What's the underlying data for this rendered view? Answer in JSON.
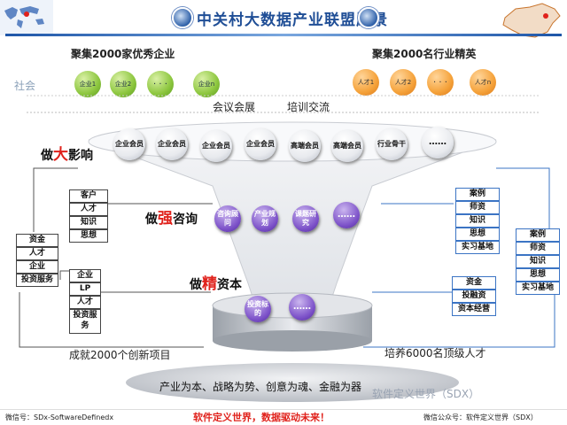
{
  "header": {
    "title": "中关村大数据产业联盟愿景"
  },
  "top": {
    "left_heading": "聚集2000家优秀企业",
    "right_heading": "聚集2000名行业精英",
    "society": "社会",
    "companies": [
      "企业1",
      "企业2",
      "· · ·",
      "企业n"
    ],
    "talents": [
      "人才1",
      "人才2",
      "· · ·",
      "人才n"
    ]
  },
  "bands": {
    "meeting": "会议会展",
    "training": "培训交流"
  },
  "influence": {
    "prefix": "做",
    "highlight": "大",
    "suffix": "影响",
    "items": [
      "企业会员",
      "企业会员",
      "企业会员",
      "企业会员",
      "高端会员",
      "高端会员",
      "行业骨干",
      "……"
    ]
  },
  "consult": {
    "prefix": "做",
    "highlight": "强",
    "suffix": "咨询",
    "items": [
      "咨询顾问",
      "产业规划",
      "课题研究",
      "……"
    ]
  },
  "capital": {
    "prefix": "做",
    "highlight": "精",
    "suffix": "资本",
    "items": [
      "投资标的",
      "……"
    ]
  },
  "left_boxes": {
    "col1": [
      "客户",
      "人才",
      "知识",
      "思想"
    ],
    "col0": [
      "资金",
      "人才",
      "企业",
      "投资服务"
    ],
    "col2": [
      "企业",
      "LP",
      "人才",
      "投资服务"
    ]
  },
  "right_boxes": {
    "colA": [
      "案例",
      "师资",
      "知识",
      "思想",
      "实习基地"
    ],
    "colB": [
      "案例",
      "师资",
      "知识",
      "思想",
      "实习基地"
    ],
    "colC": [
      "资金",
      "投融资",
      "资本经营"
    ]
  },
  "outcomes": {
    "left": "成就2000个创新项目",
    "right": "培养6000名顶级人才"
  },
  "base": {
    "text": "产业为本、战略为势、创意为魂、金融为器"
  },
  "watermark": "软件定义世界（SDX）",
  "footer": {
    "left": "微信号：SDx-SoftwareDefinedx",
    "center": "软件定义世界，数据驱动未来！",
    "right": "微信公众号：软件定义世界（SDX）"
  },
  "colors": {
    "brand": "#1f4e96",
    "accent": "#e0211b",
    "green": "#8cc63e",
    "orange": "#f5a23a",
    "purple": "#7b50c8"
  }
}
